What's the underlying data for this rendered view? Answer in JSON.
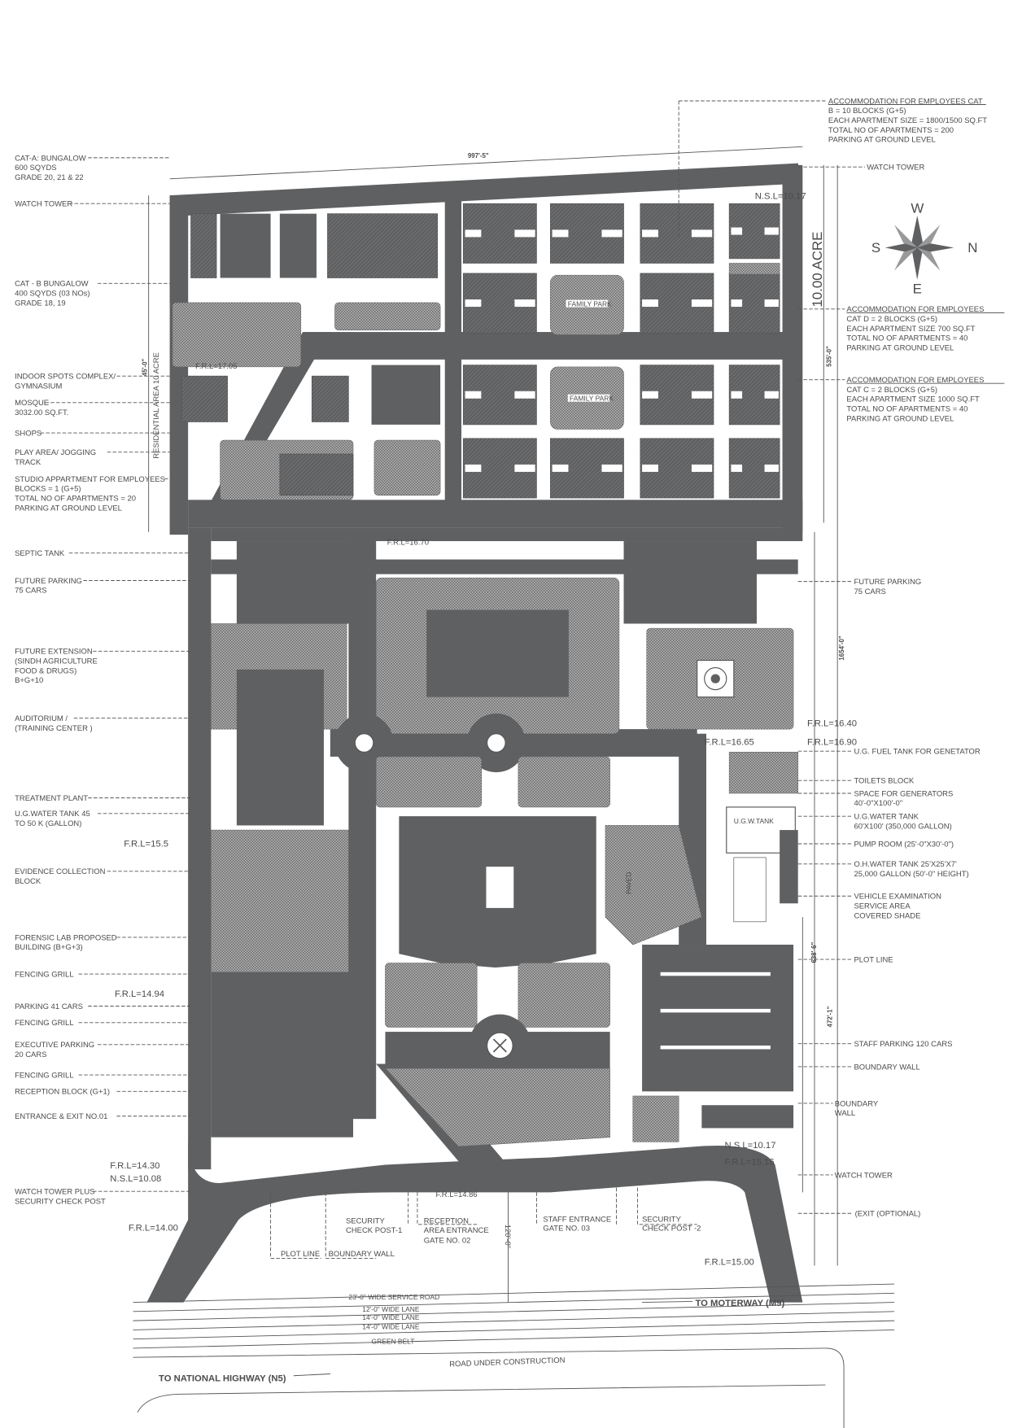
{
  "left_labels": [
    {
      "lines": [
        "CAT-A: BUNGALOW",
        "600 SQYDS",
        "GRADE 20, 21 & 22"
      ]
    },
    {
      "lines": [
        "WATCH TOWER"
      ]
    },
    {
      "lines": [
        "CAT - B  BUNGALOW",
        "400 SQYDS (03 NOs)",
        "GRADE  18, 19"
      ]
    },
    {
      "lines": [
        "INDOOR SPOTS COMPLEX/",
        "GYMNASIUM"
      ]
    },
    {
      "lines": [
        "MOSQUE",
        "3032.00 SQ.FT."
      ]
    },
    {
      "lines": [
        "SHOPS"
      ]
    },
    {
      "lines": [
        "PLAY  AREA/ JOGGING",
        "TRACK"
      ]
    },
    {
      "lines": [
        "STUDIO APPARTMENT FOR EMPLOYEES",
        "BLOCKS = 1  (G+5)",
        "TOTAL NO OF APARTMENTS = 20",
        "PARKING AT GROUND LEVEL"
      ]
    },
    {
      "lines": [
        "SEPTIC TANK"
      ]
    },
    {
      "lines": [
        "FUTURE PARKING",
        "75 CARS"
      ]
    },
    {
      "lines": [
        "FUTURE EXTENSION",
        "(SINDH AGRICULTURE",
        "FOOD & DRUGS)",
        "B+G+10"
      ]
    },
    {
      "lines": [
        "AUDITORIUM /",
        "(TRAINING CENTER )"
      ]
    },
    {
      "lines": [
        "TREATMENT PLANT"
      ]
    },
    {
      "lines": [
        "U.G.WATER TANK 45",
        "TO 50 K (GALLON)"
      ]
    },
    {
      "lines": [
        "EVIDENCE COLLECTION",
        "BLOCK"
      ]
    },
    {
      "lines": [
        "FORENSIC LAB PROPOSED",
        "BUILDING (B+G+3)"
      ]
    },
    {
      "lines": [
        "FENCING GRILL"
      ]
    },
    {
      "lines": [
        "PARKING 41 CARS"
      ]
    },
    {
      "lines": [
        "FENCING GRILL"
      ]
    },
    {
      "lines": [
        "EXECUTIVE PARKING",
        "20 CARS"
      ]
    },
    {
      "lines": [
        "FENCING GRILL"
      ]
    },
    {
      "lines": [
        "RECEPTION BLOCK (G+1)"
      ]
    },
    {
      "lines": [
        "ENTRANCE & EXIT NO.01"
      ]
    },
    {
      "lines": [
        "WATCH TOWER PLUS",
        "SECURITY CHECK POST"
      ]
    }
  ],
  "right_labels": [
    {
      "lines": [
        "ACCOMMODATION FOR  EMPLOYEES CAT",
        "B = 10 BLOCKS (G+5)",
        "EACH APARTMENT SIZE = 1800/1500 SQ.FT",
        "TOTAL NO OF APARTMENTS = 200",
        "PARKING AT GROUND LEVEL"
      ]
    },
    {
      "lines": [
        "WATCH TOWER"
      ]
    },
    {
      "lines": [
        "ACCOMMODATION FOR EMPLOYEES",
        "CAT D = 2 BLOCKS (G+5)",
        "EACH APARTMENT SIZE 700 SQ.FT",
        "TOTAL NO OF APARTMENTS = 40",
        "PARKING AT GROUND LEVEL"
      ]
    },
    {
      "lines": [
        "ACCOMMODATION FOR EMPLOYEES",
        "CAT C = 2 BLOCKS (G+5)",
        "EACH APARTMENT SIZE 1000 SQ.FT",
        "TOTAL NO OF APARTMENTS = 40",
        "PARKING AT GROUND LEVEL"
      ]
    },
    {
      "lines": [
        "FUTURE PARKING",
        "75 CARS"
      ]
    },
    {
      "lines": [
        "U.G. FUEL TANK FOR GENETATOR"
      ]
    },
    {
      "lines": [
        "TOILETS BLOCK"
      ]
    },
    {
      "lines": [
        "SPACE FOR GENERATORS",
        "40'-0\"X100'-0\""
      ]
    },
    {
      "lines": [
        "U.G.WATER TANK",
        "60'X100' (350,000 GALLON)"
      ]
    },
    {
      "lines": [
        "PUMP ROOM (25'-0\"X30'-0\")"
      ]
    },
    {
      "lines": [
        "O.H.WATER TANK 25'X25'X7'",
        "25,000 GALLON (50'-0\" HEIGHT)"
      ]
    },
    {
      "lines": [
        "VEHICLE EXAMINATION",
        "SERVICE AREA",
        "COVERED SHADE"
      ]
    },
    {
      "lines": [
        "PLOT LINE"
      ]
    },
    {
      "lines": [
        "STAFF PARKING 120 CARS"
      ]
    },
    {
      "lines": [
        "BOUNDARY WALL"
      ]
    },
    {
      "lines": [
        "BOUNDARY",
        "WALL"
      ]
    },
    {
      "lines": [
        "WATCH TOWER"
      ]
    },
    {
      "lines": [
        "(EXIT  (OPTIONAL)"
      ]
    }
  ],
  "levels": {
    "frl_15_5": "F.R.L=15.5",
    "frl_14_94": "F.R.L=14.94",
    "frl_14_30": "F.R.L=14.30",
    "nsl_10_08": "N.S.L=10.08",
    "frl_14_00": "F.R.L=14.00",
    "frl_16_40": "F.R.L=16.40",
    "frl_16_90": "F.R.L=16.90",
    "frl_16_65": "F.R.L=16.65",
    "nsl_10_17_top": "N.S.L=10.17",
    "nsl_10_17_bottom": "N.S.L=10.17",
    "frl_15_16": "F.R.L=15.16",
    "frl_15_00": "F.R.L=15.00",
    "frl_14_86": "F.R.L=14.86",
    "frl_17_05": "F.R.L=17.05",
    "frl_16_70": "F.R.L=16.70"
  },
  "gates": {
    "check_post_1": [
      "SECURITY",
      "CHECK POST-1"
    ],
    "reception_gate": [
      "RECEPTION",
      "AREA ENTRANCE",
      "GATE NO. 02"
    ],
    "staff_gate": [
      "STAFF ENTRANCE",
      "GATE NO. 03"
    ],
    "check_post_2": [
      "SECURITY",
      "CHECK POST -2"
    ],
    "plot_line": "PLOT LINE",
    "boundary_wall": "BOUNDARY WALL"
  },
  "roads": {
    "service_road": "23'-0\" WIDE SERVICE ROAD",
    "lane_12": "12'-0\" WIDE LANE",
    "lane_14a": "14'-0\" WIDE LANE",
    "lane_14b": "14'-0\" WIDE LANE",
    "green_belt": "GREEN BELT",
    "under_construction": "ROAD UNDER CONSTRUCTION",
    "to_national_highway": "TO NATIONAL HIGHWAY (N5)",
    "to_motorway": "TO MOTERWAY (M9)"
  },
  "areas": {
    "residential_area": "RESIDENTIAL AREA 10 ACRE",
    "acre_10": "10.00  ACRE",
    "family_park_1": "FAMILY PARK",
    "family_park_2": "FAMILY PARK",
    "ugw_tank": "U.G.W.TANK",
    "paved": "PAVED"
  },
  "dimensions": {
    "top_width": "997'-5\"",
    "residential_depth": "535'-0\"",
    "total_depth": "1654'-0\"",
    "lower_depth_1": "638'-6\"",
    "lower_depth_2": "472'-1\"",
    "front_setback": "120'-0\"",
    "res_left": "45'-0\""
  },
  "compass": {
    "w": "W",
    "s": "S",
    "n": "N",
    "e": "E"
  },
  "colors": {
    "ink": "#5f6062",
    "paper": "#ffffff"
  }
}
